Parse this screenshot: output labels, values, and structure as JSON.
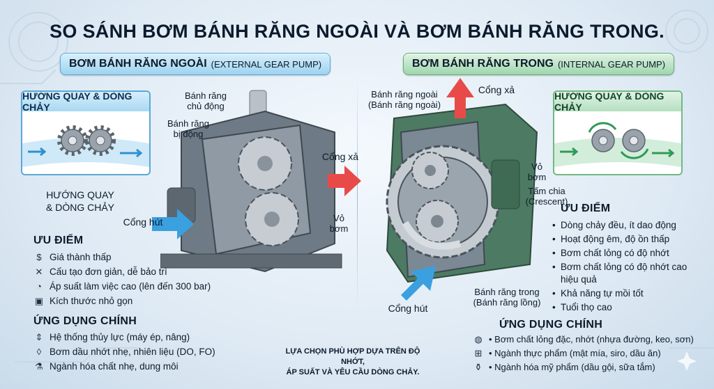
{
  "title": "SO SÁNH BƠM BÁNH RĂNG NGOÀI VÀ BƠM BÁNH RĂNG TRONG.",
  "external": {
    "pill_main": "BƠM BÁNH RĂNG NGOÀI",
    "pill_sub": "(EXTERNAL GEAR PUMP)",
    "flow_box_title": "HƯỚNG QUAY & DÒNG CHẢY",
    "flow_caption_1": "HƯỚNG QUAY",
    "flow_caption_2": "& DÒNG CHẢY",
    "labels": {
      "drive_gear_1": "Bánh răng",
      "drive_gear_2": "chủ động",
      "idler_gear_1": "Bánh răng",
      "idler_gear_2": "bị động",
      "outlet": "Cổng xả",
      "inlet": "Cổng hút",
      "casing_1": "Vỏ",
      "casing_2": "bơm"
    },
    "advantages_title": "ƯU ĐIỂM",
    "advantages": [
      {
        "icon": "money-icon",
        "text": "Giá thành thấp"
      },
      {
        "icon": "tools-icon",
        "text": "Cấu tạo đơn giản, dễ bảo trì"
      },
      {
        "icon": "gauge-icon",
        "text": "Áp suất làm việc cao (lên đến 300 bar)"
      },
      {
        "icon": "cube-icon",
        "text": "Kích thước nhỏ gọn"
      }
    ],
    "applications_title": "ỨNG DỤNG CHÍNH",
    "applications": [
      {
        "icon": "hydraulic-icon",
        "text": "Hệ thống thủy lực (máy ép, nâng)"
      },
      {
        "icon": "oil-drop-icon",
        "text": "Bơm dầu nhớt nhẹ, nhiên liệu (DO, FO)"
      },
      {
        "icon": "flask-icon",
        "text": "Ngành hóa chất nhẹ, dung môi"
      }
    ]
  },
  "internal": {
    "pill_main": "BƠM BÁNH RĂNG TRONG",
    "pill_sub": "(INTERNAL GEAR PUMP)",
    "flow_box_title": "HƯỚNG QUAY & DÒNG CHẢY",
    "labels": {
      "outer_gear_1": "Bánh răng ngoài",
      "outer_gear_2": "(Bánh răng ngoài)",
      "outlet": "Cổng xả",
      "casing_1": "Vỏ",
      "casing_2": "bơm",
      "crescent_1": "Tấm chia",
      "crescent_2": "(Crescent)",
      "inner_gear_1": "Bánh răng trong",
      "inner_gear_2": "(Bánh răng lồng)",
      "inlet": "Cổng hút"
    },
    "advantages_title": "ƯU ĐIỂM",
    "advantages": [
      "Dòng chảy đều, ít dao động",
      "Hoạt động êm, độ ồn thấp",
      "Bơm chất lỏng có độ nhớt",
      "Bơm chất lỏng có độ nhớt cao hiệu quả",
      "Khả năng tự mồi tốt",
      "Tuổi thọ cao"
    ],
    "applications_title": "ỨNG DỤNG CHÍNH",
    "applications": [
      {
        "icon": "jar-icon",
        "text": "Bơm chất lỏng đặc, nhớt (nhựa đường, keo, sơn)"
      },
      {
        "icon": "food-icon",
        "text": "Ngành thực phẩm (mật mía, siro, dầu ăn)"
      },
      {
        "icon": "cosmetic-icon",
        "text": "Ngành hóa mỹ phẩm (dầu gội, sữa tắm)"
      }
    ]
  },
  "footer_1": "LỰA CHỌN PHÙ HỢP DỰA TRÊN ĐỘ NHỚT,",
  "footer_2": "ÁP SUẤT VÀ YÊU CẦU DÒNG CHẢY."
}
